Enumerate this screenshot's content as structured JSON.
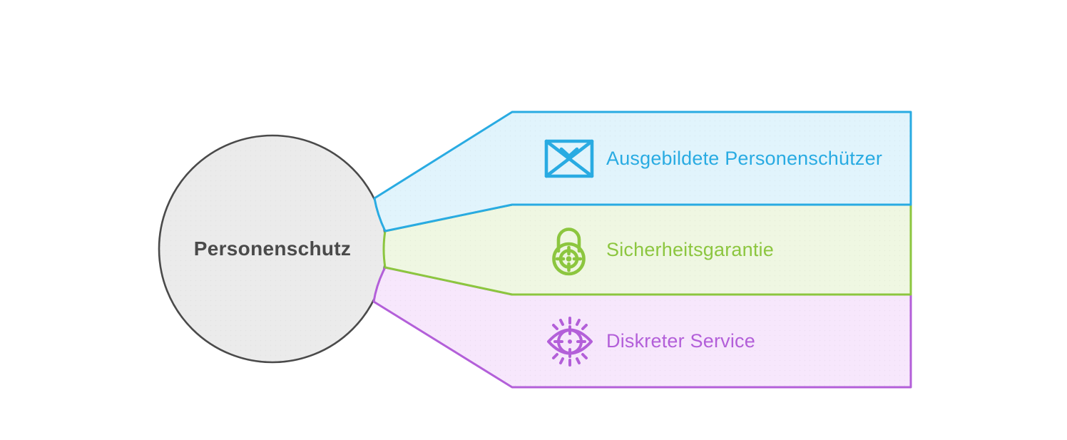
{
  "page": {
    "background_color": "#ffffff"
  },
  "diagram": {
    "type": "radial-branch-diagram",
    "center": {
      "label": "Personenschutz",
      "fill_color": "#ebebeb",
      "border_color": "#4a4a4a",
      "text_color": "#4a4a4a"
    },
    "branches": [
      {
        "label": "Ausgebildete Personenschützer",
        "icon": "envelope-icon",
        "accent_color": "#29abe2",
        "fill_color": "#e1f4fc"
      },
      {
        "label": "Sicherheitsgarantie",
        "icon": "lock-target-icon",
        "accent_color": "#8cc63f",
        "fill_color": "#eff7e2"
      },
      {
        "label": "Diskreter Service",
        "icon": "eye-target-icon",
        "accent_color": "#b35fd9",
        "fill_color": "#f7e7fc"
      }
    ]
  }
}
